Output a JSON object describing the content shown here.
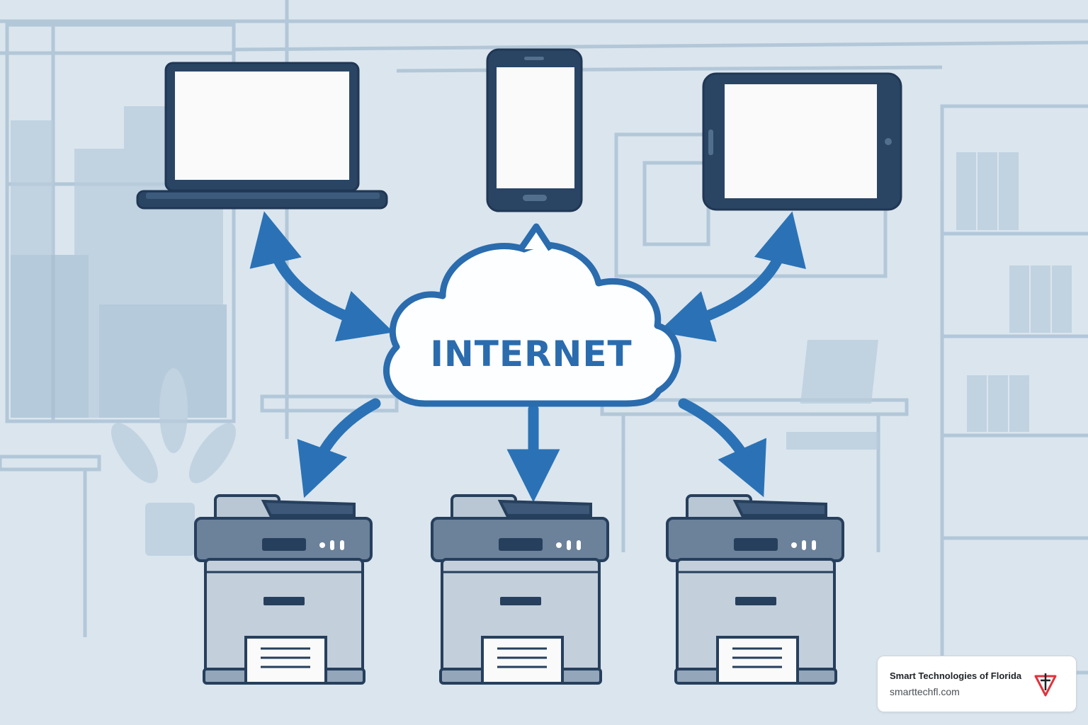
{
  "cloud": {
    "label": "INTERNET"
  },
  "devices": {
    "top": [
      "laptop",
      "smartphone",
      "tablet"
    ],
    "bottom": [
      "printer",
      "printer",
      "printer"
    ]
  },
  "brand": {
    "name": "Smart Technologies of Florida",
    "url": "smarttechfl.com"
  },
  "colors": {
    "background": "#dbe5ee",
    "device_outline": "#263f5c",
    "arrow": "#2a72b5",
    "cloud_text": "#2a6cae",
    "screen": "#fafafa",
    "logo_red": "#e0323b"
  },
  "icons": [
    "laptop-icon",
    "smartphone-icon",
    "tablet-icon",
    "cloud-icon",
    "printer-icon",
    "brand-logo-icon"
  ]
}
